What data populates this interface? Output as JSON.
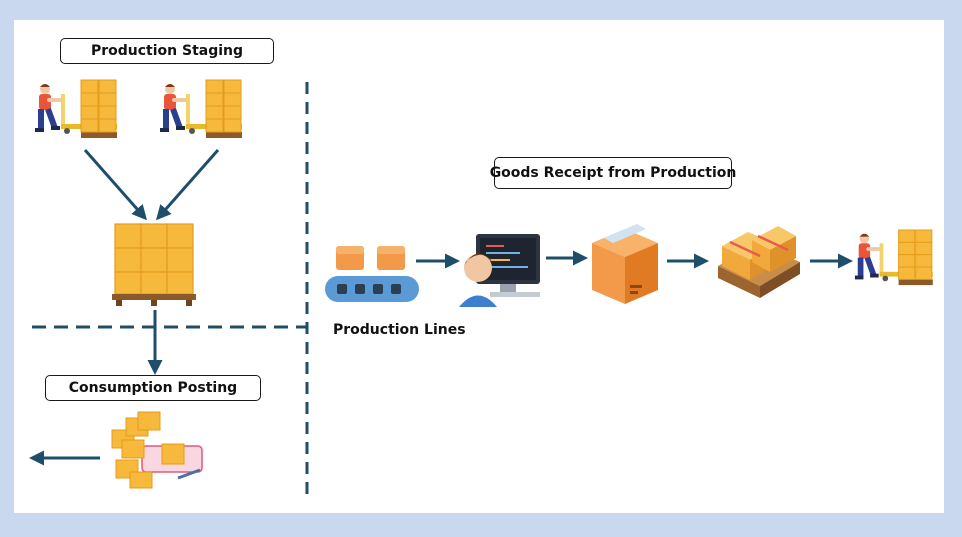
{
  "labels": {
    "production_staging": "Production Staging",
    "goods_receipt": "Goods Receipt from Production",
    "consumption_posting": "Consumption Posting",
    "production_lines": "Production Lines"
  },
  "icons": [
    "worker-pallet-jack-icon",
    "pallet-boxes-icon",
    "conveyor-belt-icon",
    "computer-operator-icon",
    "cardboard-box-icon",
    "boxes-on-pallet-icon",
    "consumed-boxes-icon",
    "arrow-icon"
  ],
  "colors": {
    "frame": "#c9d8ef",
    "arrow": "#1f4e6b",
    "box": "#f6b93b",
    "box_dark": "#e59b1a",
    "pallet": "#8b5a2b",
    "conveyor": "#5b9bd5"
  }
}
